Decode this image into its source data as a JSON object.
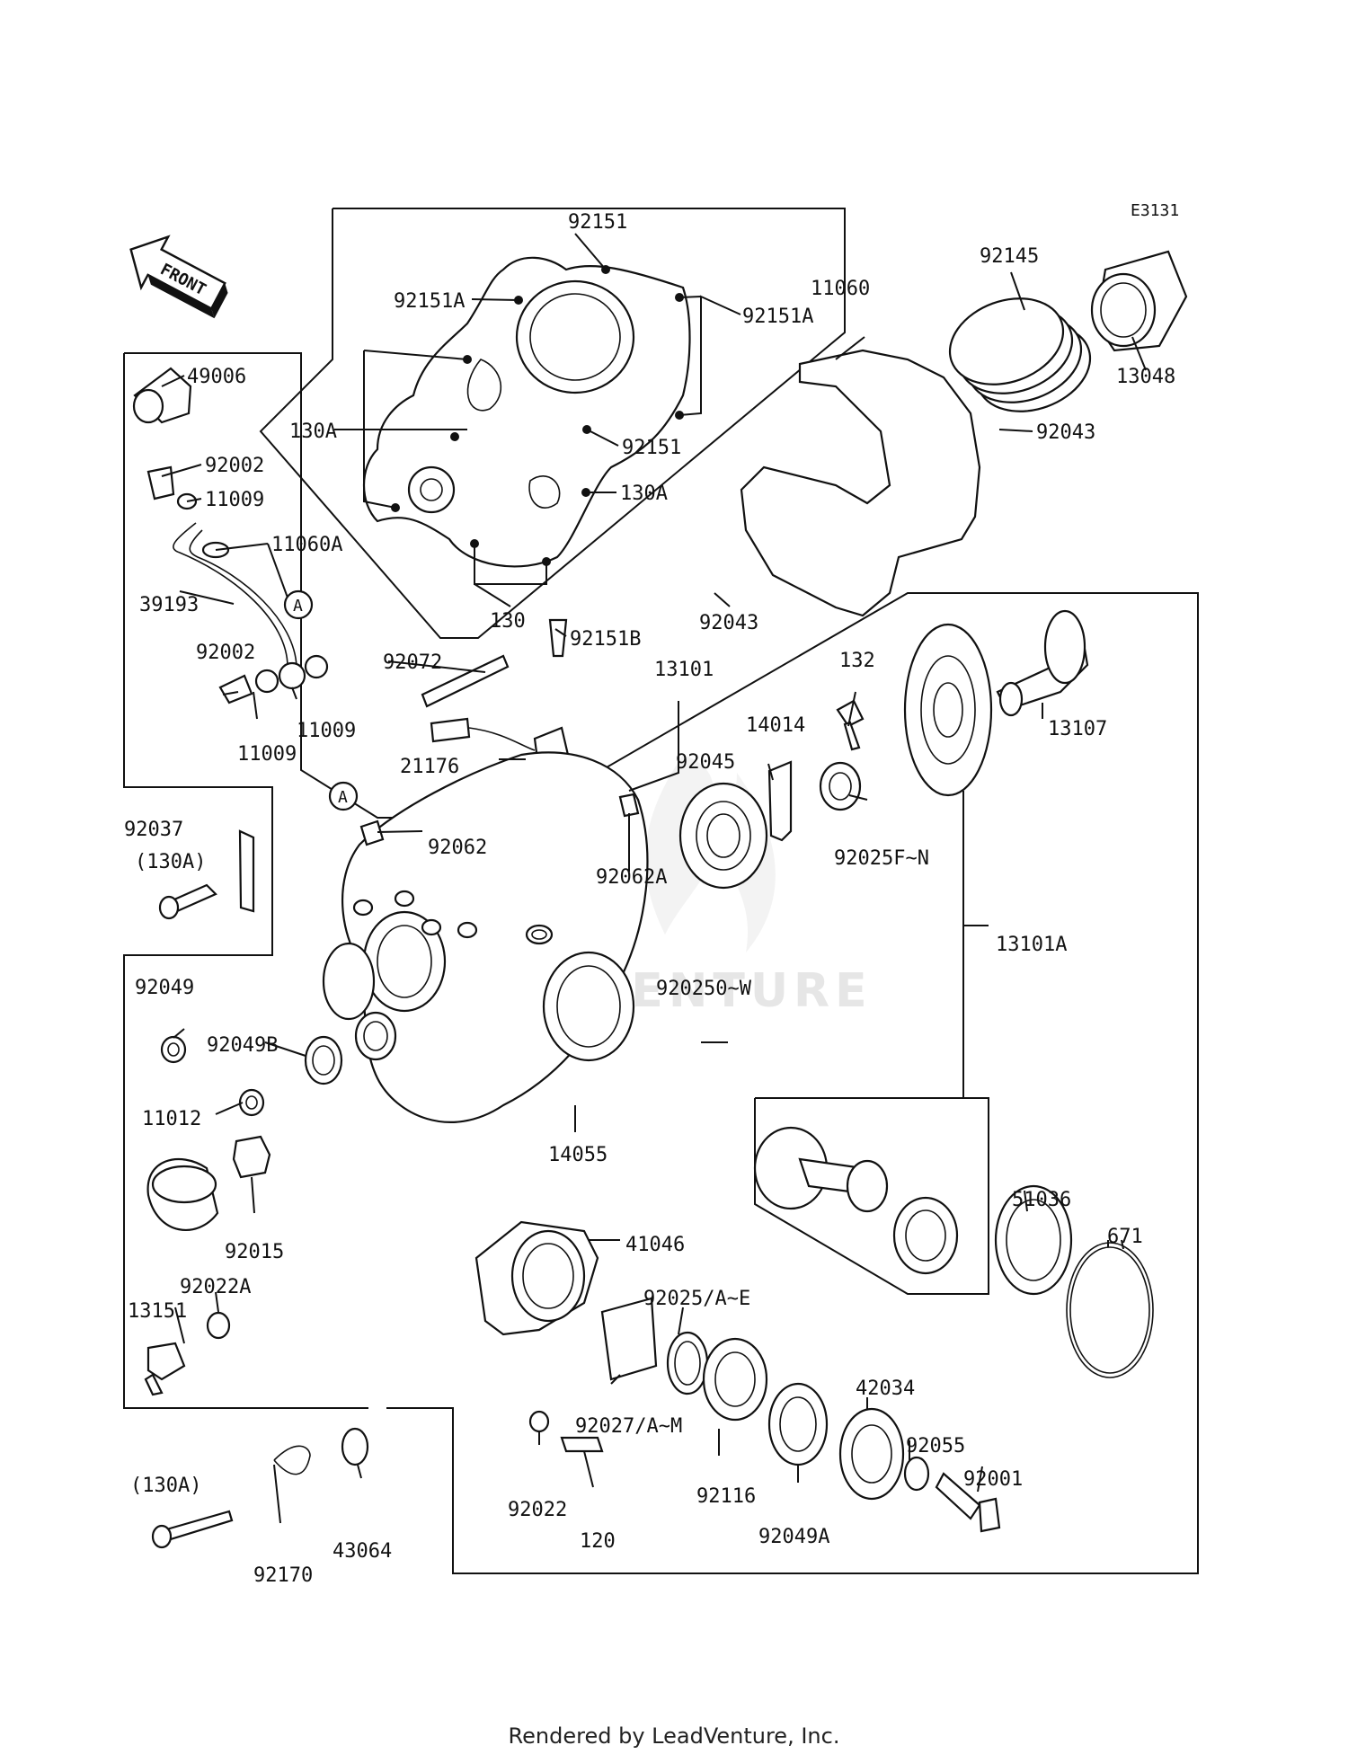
{
  "diagram_ref": "E3131",
  "front_label": "FRONT",
  "watermark": "LEADVENTURE",
  "footer": "Rendered by LeadVenture, Inc.",
  "callout_letter": "A",
  "parts": {
    "p92151_top": "92151",
    "p92151A_left": "92151A",
    "p92151A_right": "92151A",
    "p11060": "11060",
    "p92145": "92145",
    "p13048": "13048",
    "p49006": "49006",
    "p130A_left": "130A",
    "p92151_mid": "92151",
    "p92043_right": "92043",
    "p92002_top": "92002",
    "p11009_top": "11009",
    "p130A_right": "130A",
    "p11060A": "11060A",
    "p39193": "39193",
    "p130": "130",
    "p92043_mid": "92043",
    "p92151B": "92151B",
    "p92002_mid": "92002",
    "p92072": "92072",
    "p13101": "13101",
    "p132": "132",
    "p13107": "13107",
    "p11009_a": "11009",
    "p11009_b": "11009",
    "p14014": "14014",
    "p92045": "92045",
    "p21176": "21176",
    "p92037": "92037",
    "p130A_a": "(130A)",
    "p92062": "92062",
    "p92062A": "92062A",
    "p92025FN": "92025F~N",
    "p13101A": "13101A",
    "p92049": "92049",
    "p920250W": "920250~W",
    "p92049B": "92049B",
    "p11012": "11012",
    "p14055": "14055",
    "p92015": "92015",
    "p51036": "51036",
    "p671": "671",
    "p41046": "41046",
    "p92022A": "92022A",
    "p13151": "13151",
    "p92025AE": "92025/A~E",
    "p42034": "42034",
    "p92027AM": "92027/A~M",
    "p92055": "92055",
    "p130A_b": "(130A)",
    "p92001": "92001",
    "p92116": "92116",
    "p92022": "92022",
    "p43064": "43064",
    "p120": "120",
    "p92049A": "92049A",
    "p92170": "92170"
  }
}
